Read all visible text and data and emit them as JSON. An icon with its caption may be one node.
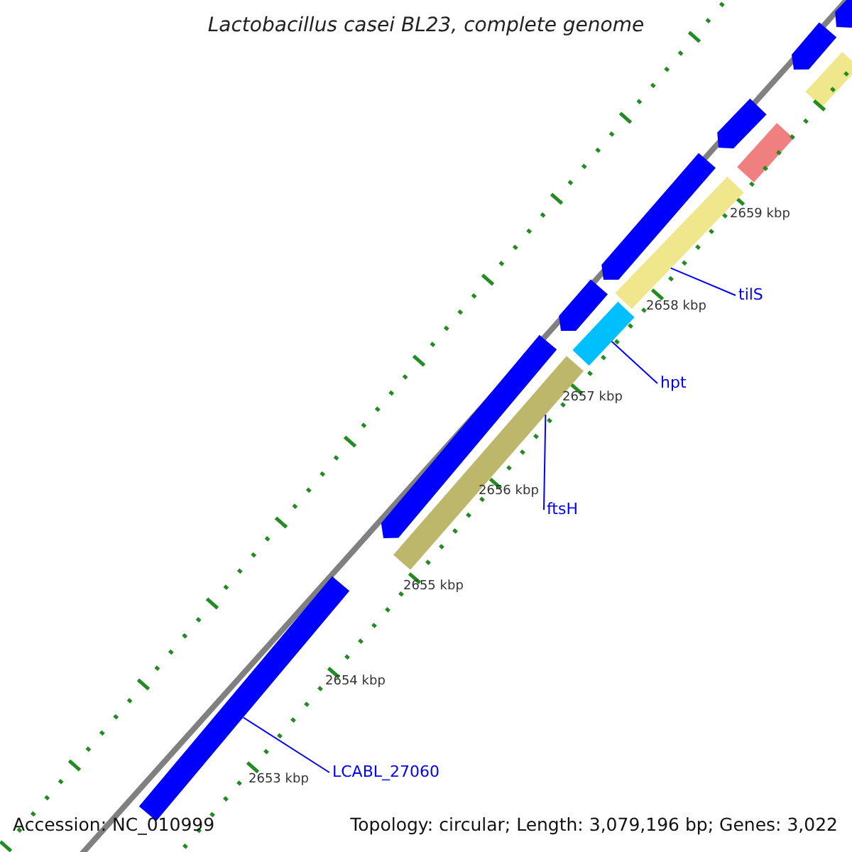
{
  "diagram": {
    "title": "Lactobacillus casei BL23, complete genome",
    "nodes": [
      {
        "text": [
          "tilS"
        ]
      },
      {
        "text": [],
        "shape": "bar"
      },
      {
        "text": [
          "hpt"
        ]
      },
      {
        "text": [],
        "shape": "bar"
      },
      {
        "text": [
          "ftsH"
        ]
      },
      {
        "text": [],
        "shape": "bar"
      },
      {
        "text": [
          "LCABL_27060"
        ]
      },
      {
        "text": [],
        "shape": "bar"
      }
    ],
    "edges": [
      {
        "from": 0,
        "to": 1,
        "arrow": "none"
      },
      {
        "from": 2,
        "to": 3,
        "arrow": "none"
      },
      {
        "from": 4,
        "to": 5,
        "arrow": "none"
      },
      {
        "from": 6,
        "to": 7,
        "arrow": "none"
      }
    ],
    "labels": [
      "2659 kbp",
      "2658 kbp",
      "2657 kbp",
      "2656 kbp",
      "2655 kbp",
      "2654 kbp",
      "2653 kbp",
      "Accession: NC_010999",
      "Topology: circular; Length: 3,079,196 bp; Genes: 3,022"
    ]
  }
}
